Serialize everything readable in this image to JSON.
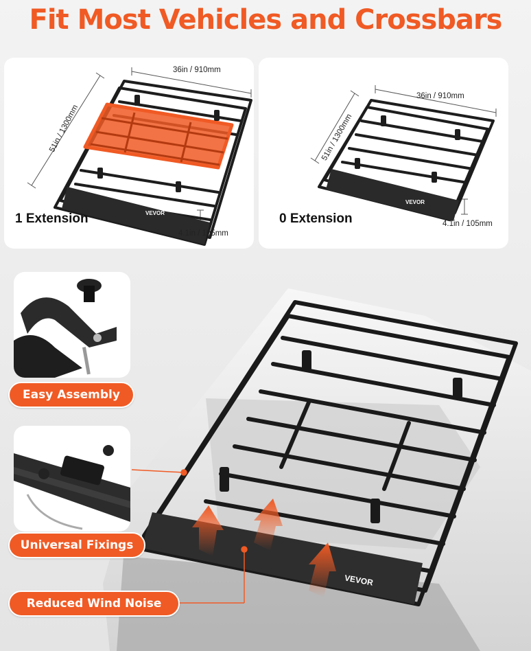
{
  "title": "Fit Most Vehicles and Crossbars",
  "brand_color": "#f05a24",
  "panels": [
    {
      "label": "1 Extension",
      "width_dim": "36in / 910mm",
      "length_dim": "51in / 1300mm",
      "height_dim": "4.1in / 105mm",
      "brand": "VEVOR"
    },
    {
      "label": "0 Extension",
      "width_dim": "36in / 910mm",
      "length_dim": "51in / 1300mm",
      "height_dim": "4.1in / 105mm",
      "brand": "VEVOR"
    }
  ],
  "features": {
    "assembly": "Easy Assembly",
    "fixings": "Universal Fixings",
    "noise": "Reduced Wind Noise"
  },
  "main_brand": "VEVOR"
}
